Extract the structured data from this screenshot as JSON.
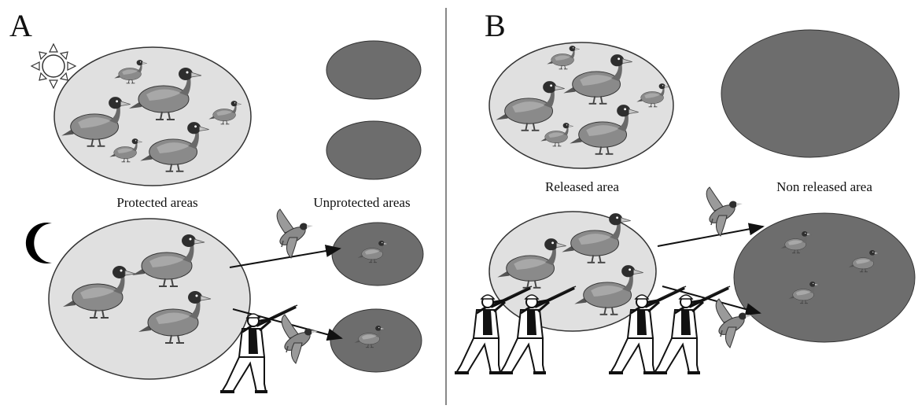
{
  "panels": [
    {
      "letter": "A",
      "labels": {
        "protected": "Protected areas",
        "unprotected": "Unprotected areas"
      },
      "icons": [
        "sun-icon",
        "moon-icon",
        "duck-icon",
        "flying-duck-icon",
        "hunter-icon"
      ]
    },
    {
      "letter": "B",
      "labels": {
        "released": "Released area",
        "non_released": "Non released area"
      },
      "icons": [
        "duck-icon",
        "flying-duck-icon",
        "hunter-icon"
      ]
    }
  ],
  "colors": {
    "light_area": "#e0e0e0",
    "dark_area": "#6d6d6d",
    "duck_body": "#8a8a8a",
    "duck_head": "#2e2e2e",
    "outline": "#111111"
  }
}
